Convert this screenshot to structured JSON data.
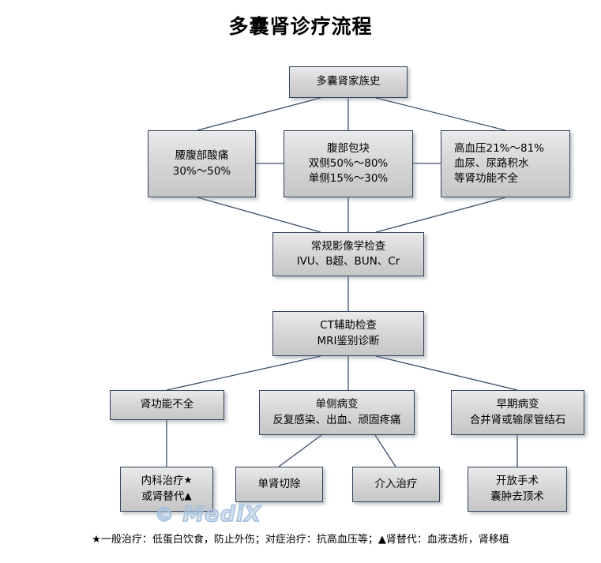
{
  "title": "多囊肾诊疗流程",
  "watermark": {
    "copyright": "©",
    "text": "MediX"
  },
  "footnote": "★一般治疗：低蛋白饮食，防止外伤；对症治疗：抗高血压等；▲肾替代：血液透析，肾移植",
  "nodes": {
    "family_history": {
      "line1": "多囊肾家族史"
    },
    "flank_pain": {
      "line1": "腰腹部酸痛",
      "line2": "30%～50%"
    },
    "abdominal_mass": {
      "line1": "腹部包块",
      "line2": "双侧50%～80%",
      "line3": "单侧15%～30%"
    },
    "hypertension": {
      "line1": "高血压21%～81%",
      "line2": "血尿、尿路积水",
      "line3": "等肾功能不全"
    },
    "routine_imaging": {
      "line1": "常规影像学检查",
      "line2": "IVU、B超、BUN、Cr"
    },
    "ct_mri": {
      "line1": "CT辅助检查",
      "line2": "MRI鉴别诊断"
    },
    "renal_insufficiency": {
      "line1": "肾功能不全"
    },
    "unilateral_lesion": {
      "line1": "单侧病变",
      "line2": "反复感染、出血、顽固疼痛"
    },
    "early_lesion": {
      "line1": "早期病变",
      "line2": "合并肾或输尿管结石"
    },
    "medical_therapy": {
      "line1": "内科治疗",
      "mark1": "★",
      "line2": "或肾替代",
      "mark2": "▲"
    },
    "nephrectomy": {
      "line1": "单肾切除"
    },
    "interventional": {
      "line1": "介入治疗"
    },
    "open_surgery": {
      "line1": "开放手术",
      "line2": "囊肿去顶术"
    }
  },
  "colors": {
    "border": "#33445c",
    "fill_top": "#eaeaea",
    "fill_bottom": "#c6c6c6",
    "connector": "#3b4e68",
    "text": "#000000",
    "watermark": "#a8c2de"
  }
}
